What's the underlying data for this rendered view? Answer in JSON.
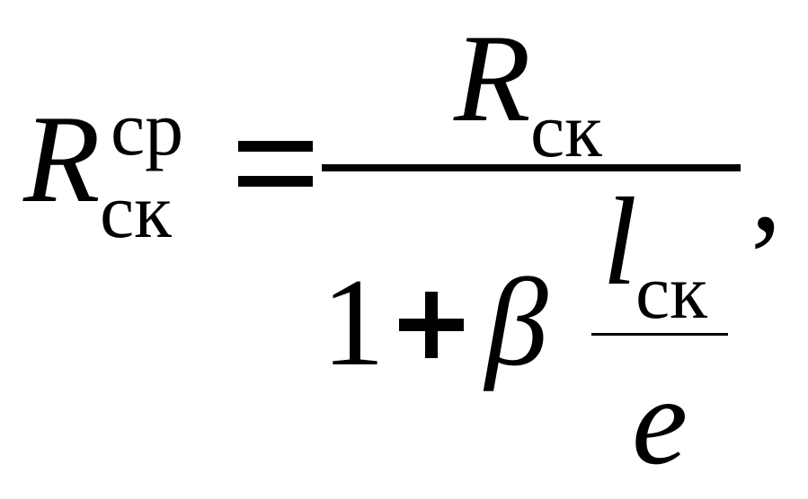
{
  "formula": {
    "lhs": {
      "main": "R",
      "superscript": "ср",
      "subscript": "ск"
    },
    "relation": "=",
    "rhs": {
      "numerator": {
        "main": "R",
        "subscript": "ск"
      },
      "denominator": {
        "term1": "1",
        "operator": "+",
        "coefficient": "β",
        "fraction": {
          "numerator_main": "l",
          "numerator_subscript": "ск",
          "denominator": "e"
        }
      }
    },
    "trailing_punctuation": ","
  }
}
